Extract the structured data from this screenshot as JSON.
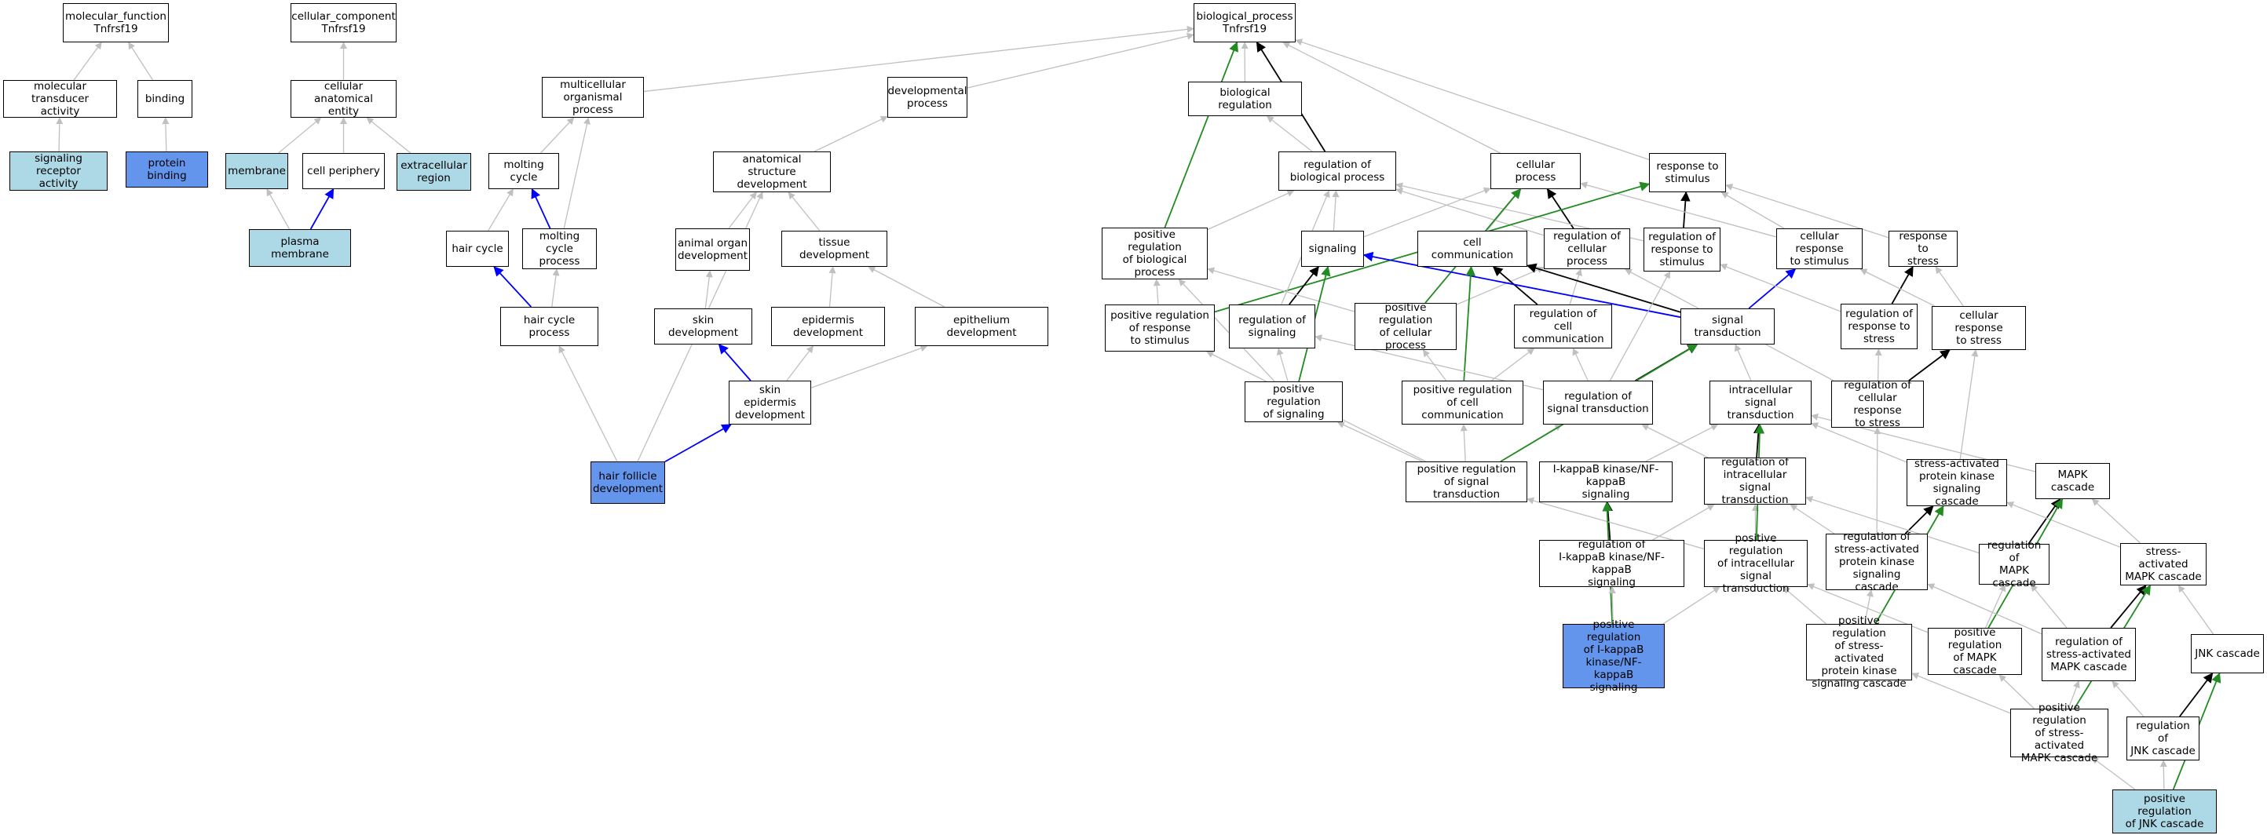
{
  "colors": {
    "light": "#add8e6",
    "blue": "#6495ed",
    "gray": "#c0c0c0",
    "black": "#000000",
    "blueEdge": "#0000ff",
    "green": "#228b22"
  },
  "nodes": [
    {
      "id": "mf",
      "label": "molecular_function\nTnfrsf19"
    },
    {
      "id": "cc",
      "label": "cellular_component\nTnfrsf19"
    },
    {
      "id": "bp",
      "label": "biological_process\nTnfrsf19"
    },
    {
      "id": "mta",
      "label": "molecular transducer\nactivity"
    },
    {
      "id": "binding",
      "label": "binding"
    },
    {
      "id": "cae",
      "label": "cellular anatomical\nentity"
    },
    {
      "id": "mop",
      "label": "multicellular\norganismal process"
    },
    {
      "id": "devp",
      "label": "developmental\nprocess"
    },
    {
      "id": "breg",
      "label": "biological regulation"
    },
    {
      "id": "sra",
      "label": "signaling receptor\nactivity",
      "style": "light"
    },
    {
      "id": "pb",
      "label": "protein binding",
      "style": "blue"
    },
    {
      "id": "membrane",
      "label": "membrane",
      "style": "light"
    },
    {
      "id": "cp",
      "label": "cell periphery"
    },
    {
      "id": "er",
      "label": "extracellular\nregion",
      "style": "light"
    },
    {
      "id": "mc",
      "label": "molting cycle"
    },
    {
      "id": "asd",
      "label": "anatomical structure\ndevelopment"
    },
    {
      "id": "robp",
      "label": "regulation of\nbiological process"
    },
    {
      "id": "cellp",
      "label": "cellular process"
    },
    {
      "id": "rts",
      "label": "response to\nstimulus"
    },
    {
      "id": "pm",
      "label": "plasma membrane",
      "style": "light"
    },
    {
      "id": "hc",
      "label": "hair cycle"
    },
    {
      "id": "mcp",
      "label": "molting cycle\nprocess"
    },
    {
      "id": "aod",
      "label": "animal organ\ndevelopment"
    },
    {
      "id": "td",
      "label": "tissue development"
    },
    {
      "id": "prbp",
      "label": "positive regulation\nof biological\nprocess"
    },
    {
      "id": "sig",
      "label": "signaling"
    },
    {
      "id": "ccomm",
      "label": "cell communication"
    },
    {
      "id": "rcp",
      "label": "regulation of\ncellular process"
    },
    {
      "id": "rrts",
      "label": "regulation of\nresponse to\nstimulus"
    },
    {
      "id": "crts",
      "label": "cellular response\nto stimulus"
    },
    {
      "id": "rtstr",
      "label": "response to\nstress"
    },
    {
      "id": "hcp",
      "label": "hair cycle process"
    },
    {
      "id": "skd",
      "label": "skin development"
    },
    {
      "id": "epd",
      "label": "epidermis development"
    },
    {
      "id": "epid",
      "label": "epithelium development"
    },
    {
      "id": "prrts",
      "label": "positive regulation\nof response\nto stimulus"
    },
    {
      "id": "rsig",
      "label": "regulation of\nsignaling"
    },
    {
      "id": "prcp",
      "label": "positive regulation\nof cellular\nprocess"
    },
    {
      "id": "rcc",
      "label": "regulation of\ncell communication"
    },
    {
      "id": "st",
      "label": "signal transduction"
    },
    {
      "id": "rrstr",
      "label": "regulation of\nresponse to\nstress"
    },
    {
      "id": "crstr",
      "label": "cellular response\nto stress"
    },
    {
      "id": "sed",
      "label": "skin epidermis\ndevelopment"
    },
    {
      "id": "prsig",
      "label": "positive regulation\nof signaling"
    },
    {
      "id": "prcc",
      "label": "positive regulation\nof cell communication"
    },
    {
      "id": "rst",
      "label": "regulation of\nsignal transduction"
    },
    {
      "id": "ist",
      "label": "intracellular\nsignal transduction"
    },
    {
      "id": "rcrs",
      "label": "regulation of\ncellular response\nto stress"
    },
    {
      "id": "hfd",
      "label": "hair follicle\ndevelopment",
      "style": "blue"
    },
    {
      "id": "prst",
      "label": "positive regulation\nof signal transduction"
    },
    {
      "id": "ikb",
      "label": "I-kappaB kinase/NF-kappaB\nsignaling"
    },
    {
      "id": "rist",
      "label": "regulation of\nintracellular\nsignal transduction"
    },
    {
      "id": "sapk",
      "label": "stress-activated\nprotein kinase\nsignaling cascade"
    },
    {
      "id": "mapk",
      "label": "MAPK cascade"
    },
    {
      "id": "rikb",
      "label": "regulation of\nI-kappaB kinase/NF-kappaB\nsignaling"
    },
    {
      "id": "prist",
      "label": "positive regulation\nof intracellular\nsignal transduction"
    },
    {
      "id": "rsapk",
      "label": "regulation of\nstress-activated\nprotein kinase\nsignaling cascade"
    },
    {
      "id": "rmapk",
      "label": "regulation of\nMAPK cascade"
    },
    {
      "id": "samapk",
      "label": "stress-activated\nMAPK cascade"
    },
    {
      "id": "prikb",
      "label": "positive regulation\nof I-kappaB\nkinase/NF-kappaB\nsignaling",
      "style": "blue"
    },
    {
      "id": "prsapk",
      "label": "positive regulation\nof stress-activated\nprotein kinase\nsignaling cascade"
    },
    {
      "id": "prmapk",
      "label": "positive regulation\nof MAPK cascade"
    },
    {
      "id": "rsamapk",
      "label": "regulation of\nstress-activated\nMAPK cascade"
    },
    {
      "id": "jnk",
      "label": "JNK cascade"
    },
    {
      "id": "prsamapk",
      "label": "positive regulation\nof stress-activated\nMAPK cascade"
    },
    {
      "id": "rjnk",
      "label": "regulation of\nJNK cascade"
    },
    {
      "id": "prjnk",
      "label": "positive regulation\nof JNK cascade",
      "style": "light"
    }
  ],
  "edges": [
    [
      "mta",
      "mf",
      "gray"
    ],
    [
      "binding",
      "mf",
      "gray"
    ],
    [
      "sra",
      "mta",
      "gray"
    ],
    [
      "pb",
      "binding",
      "gray"
    ],
    [
      "cae",
      "cc",
      "gray"
    ],
    [
      "membrane",
      "cae",
      "gray"
    ],
    [
      "cp",
      "cae",
      "gray"
    ],
    [
      "er",
      "cae",
      "gray"
    ],
    [
      "pm",
      "membrane",
      "gray"
    ],
    [
      "pm",
      "cp",
      "blue"
    ],
    [
      "mop",
      "bp",
      "gray"
    ],
    [
      "devp",
      "bp",
      "gray"
    ],
    [
      "breg",
      "bp",
      "gray"
    ],
    [
      "robp",
      "bp",
      "black"
    ],
    [
      "cellp",
      "bp",
      "gray"
    ],
    [
      "rts",
      "bp",
      "gray"
    ],
    [
      "prbp",
      "bp",
      "green"
    ],
    [
      "mc",
      "mop",
      "gray"
    ],
    [
      "hc",
      "mc",
      "gray"
    ],
    [
      "mcp",
      "mc",
      "blue"
    ],
    [
      "mcp",
      "mop",
      "gray"
    ],
    [
      "hcp",
      "hc",
      "blue"
    ],
    [
      "hcp",
      "mcp",
      "gray"
    ],
    [
      "hfd",
      "hcp",
      "gray"
    ],
    [
      "asd",
      "devp",
      "gray"
    ],
    [
      "aod",
      "asd",
      "gray"
    ],
    [
      "td",
      "asd",
      "gray"
    ],
    [
      "skd",
      "aod",
      "gray"
    ],
    [
      "epd",
      "td",
      "gray"
    ],
    [
      "epid",
      "td",
      "gray"
    ],
    [
      "sed",
      "skd",
      "blue"
    ],
    [
      "sed",
      "epd",
      "gray"
    ],
    [
      "sed",
      "epid",
      "gray"
    ],
    [
      "hfd",
      "sed",
      "blue"
    ],
    [
      "hfd",
      "asd",
      "gray"
    ],
    [
      "robp",
      "breg",
      "gray"
    ],
    [
      "prbp",
      "robp",
      "gray"
    ],
    [
      "sig",
      "robp",
      "gray"
    ],
    [
      "sig",
      "cellp",
      "gray"
    ],
    [
      "ccomm",
      "cellp",
      "gray"
    ],
    [
      "rcp",
      "cellp",
      "black"
    ],
    [
      "rcp",
      "robp",
      "gray"
    ],
    [
      "rrts",
      "rts",
      "black"
    ],
    [
      "rrts",
      "robp",
      "gray"
    ],
    [
      "crts",
      "cellp",
      "gray"
    ],
    [
      "crts",
      "rts",
      "gray"
    ],
    [
      "rtstr",
      "rts",
      "gray"
    ],
    [
      "prrts",
      "prbp",
      "gray"
    ],
    [
      "prrts",
      "rts",
      "green"
    ],
    [
      "rsig",
      "sig",
      "black"
    ],
    [
      "rsig",
      "robp",
      "gray"
    ],
    [
      "prcp",
      "rcp",
      "gray"
    ],
    [
      "prcp",
      "prbp",
      "gray"
    ],
    [
      "prcp",
      "cellp",
      "green"
    ],
    [
      "rcc",
      "ccomm",
      "black"
    ],
    [
      "rcc",
      "rcp",
      "gray"
    ],
    [
      "st",
      "sig",
      "blue"
    ],
    [
      "st",
      "ccomm",
      "black"
    ],
    [
      "st",
      "crts",
      "blue"
    ],
    [
      "rrstr",
      "rtstr",
      "black"
    ],
    [
      "rrstr",
      "rrts",
      "gray"
    ],
    [
      "crstr",
      "rtstr",
      "gray"
    ],
    [
      "crstr",
      "crts",
      "gray"
    ],
    [
      "prsig",
      "rsig",
      "gray"
    ],
    [
      "prsig",
      "sig",
      "green"
    ],
    [
      "prsig",
      "prbp",
      "gray"
    ],
    [
      "prcc",
      "rcc",
      "gray"
    ],
    [
      "prcc",
      "ccomm",
      "green"
    ],
    [
      "prcc",
      "prcp",
      "gray"
    ],
    [
      "rst",
      "st",
      "black"
    ],
    [
      "rst",
      "rsig",
      "gray"
    ],
    [
      "rst",
      "rcc",
      "gray"
    ],
    [
      "rst",
      "rrts",
      "gray"
    ],
    [
      "ist",
      "st",
      "gray"
    ],
    [
      "rcrs",
      "crstr",
      "black"
    ],
    [
      "rcrs",
      "rrstr",
      "gray"
    ],
    [
      "rcrs",
      "rcp",
      "gray"
    ],
    [
      "prst",
      "rst",
      "gray"
    ],
    [
      "prst",
      "prsig",
      "gray"
    ],
    [
      "prst",
      "prcc",
      "gray"
    ],
    [
      "prst",
      "prrts",
      "gray"
    ],
    [
      "prst",
      "st",
      "green"
    ],
    [
      "ikb",
      "ist",
      "gray"
    ],
    [
      "rist",
      "ist",
      "black"
    ],
    [
      "rist",
      "rst",
      "gray"
    ],
    [
      "sapk",
      "ist",
      "gray"
    ],
    [
      "sapk",
      "crstr",
      "gray"
    ],
    [
      "mapk",
      "ist",
      "gray"
    ],
    [
      "rikb",
      "ikb",
      "black"
    ],
    [
      "rikb",
      "rist",
      "gray"
    ],
    [
      "prist",
      "rist",
      "gray"
    ],
    [
      "prist",
      "ist",
      "green"
    ],
    [
      "prist",
      "prst",
      "gray"
    ],
    [
      "rsapk",
      "sapk",
      "black"
    ],
    [
      "rsapk",
      "rist",
      "gray"
    ],
    [
      "rsapk",
      "rcrs",
      "gray"
    ],
    [
      "rmapk",
      "mapk",
      "black"
    ],
    [
      "rmapk",
      "rist",
      "gray"
    ],
    [
      "samapk",
      "mapk",
      "gray"
    ],
    [
      "samapk",
      "sapk",
      "gray"
    ],
    [
      "prikb",
      "ikb",
      "green"
    ],
    [
      "prikb",
      "rikb",
      "gray"
    ],
    [
      "prikb",
      "prist",
      "gray"
    ],
    [
      "prsapk",
      "sapk",
      "green"
    ],
    [
      "prsapk",
      "rsapk",
      "gray"
    ],
    [
      "prsapk",
      "prist",
      "gray"
    ],
    [
      "prmapk",
      "rmapk",
      "gray"
    ],
    [
      "prmapk",
      "mapk",
      "green"
    ],
    [
      "prmapk",
      "prist",
      "gray"
    ],
    [
      "rsamapk",
      "samapk",
      "black"
    ],
    [
      "rsamapk",
      "rmapk",
      "gray"
    ],
    [
      "rsamapk",
      "rsapk",
      "gray"
    ],
    [
      "jnk",
      "samapk",
      "gray"
    ],
    [
      "prsamapk",
      "rsamapk",
      "gray"
    ],
    [
      "prsamapk",
      "samapk",
      "green"
    ],
    [
      "prsamapk",
      "prmapk",
      "gray"
    ],
    [
      "prsamapk",
      "prsapk",
      "gray"
    ],
    [
      "rjnk",
      "jnk",
      "black"
    ],
    [
      "rjnk",
      "rsamapk",
      "gray"
    ],
    [
      "prjnk",
      "rjnk",
      "gray"
    ],
    [
      "prjnk",
      "jnk",
      "green"
    ],
    [
      "prjnk",
      "prsamapk",
      "gray"
    ]
  ]
}
